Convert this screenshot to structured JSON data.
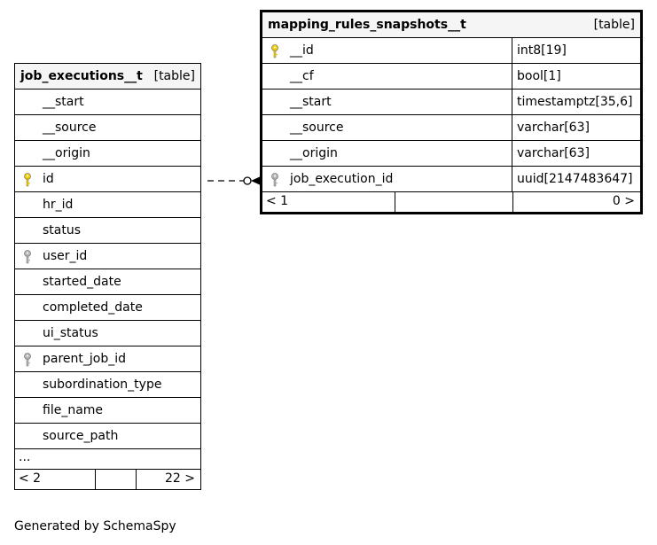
{
  "caption": "Generated by SchemaSpy",
  "tables": {
    "job_executions": {
      "name": "job_executions__t",
      "type": "[table]",
      "columns": [
        {
          "name": "__start",
          "key": "none"
        },
        {
          "name": "__source",
          "key": "none"
        },
        {
          "name": "__origin",
          "key": "none"
        },
        {
          "name": "id",
          "key": "primary"
        },
        {
          "name": "hr_id",
          "key": "none"
        },
        {
          "name": "status",
          "key": "none"
        },
        {
          "name": "user_id",
          "key": "foreign"
        },
        {
          "name": "started_date",
          "key": "none"
        },
        {
          "name": "completed_date",
          "key": "none"
        },
        {
          "name": "ui_status",
          "key": "none"
        },
        {
          "name": "parent_job_id",
          "key": "foreign"
        },
        {
          "name": "subordination_type",
          "key": "none"
        },
        {
          "name": "file_name",
          "key": "none"
        },
        {
          "name": "source_path",
          "key": "none"
        }
      ],
      "more": "...",
      "footer_left": "< 2",
      "footer_right": "22 >"
    },
    "mapping_rules_snapshots": {
      "name": "mapping_rules_snapshots__t",
      "type": "[table]",
      "columns": [
        {
          "name": "__id",
          "datatype": "int8[19]",
          "key": "primary"
        },
        {
          "name": "__cf",
          "datatype": "bool[1]",
          "key": "none"
        },
        {
          "name": "__start",
          "datatype": "timestamptz[35,6]",
          "key": "none"
        },
        {
          "name": "__source",
          "datatype": "varchar[63]",
          "key": "none"
        },
        {
          "name": "__origin",
          "datatype": "varchar[63]",
          "key": "none"
        },
        {
          "name": "job_execution_id",
          "datatype": "uuid[2147483647]",
          "key": "foreign"
        }
      ],
      "footer_left": "< 1",
      "footer_right": "0 >"
    }
  },
  "colors": {
    "primary_key": "#f5d000",
    "foreign_key": "#b8b8b8",
    "header_bg": "#f5f5f5"
  }
}
